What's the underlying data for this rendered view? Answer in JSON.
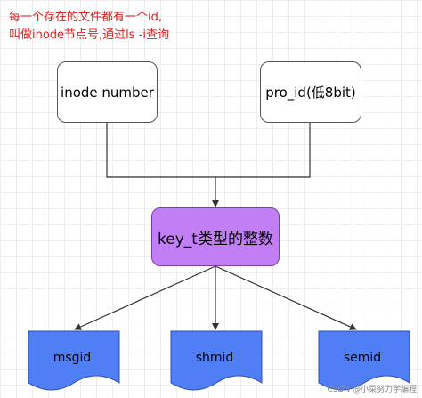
{
  "note": {
    "text": "每一个存在的文件都有一个id,\n叫做inode节点号,通过ls -i查询"
  },
  "nodes": {
    "inode": "inode number",
    "proid": "pro_id(低8bit)",
    "key": "key_t类型的整数"
  },
  "documents": {
    "msgid": "msgid",
    "shmid": "shmid",
    "semid": "semid"
  },
  "watermark": "CSDN @小菜努力学编程",
  "colors": {
    "note_text": "#e02020",
    "key_fill": "#c27ef5",
    "document_fill": "#4f7ef5",
    "connector": "#333333"
  }
}
